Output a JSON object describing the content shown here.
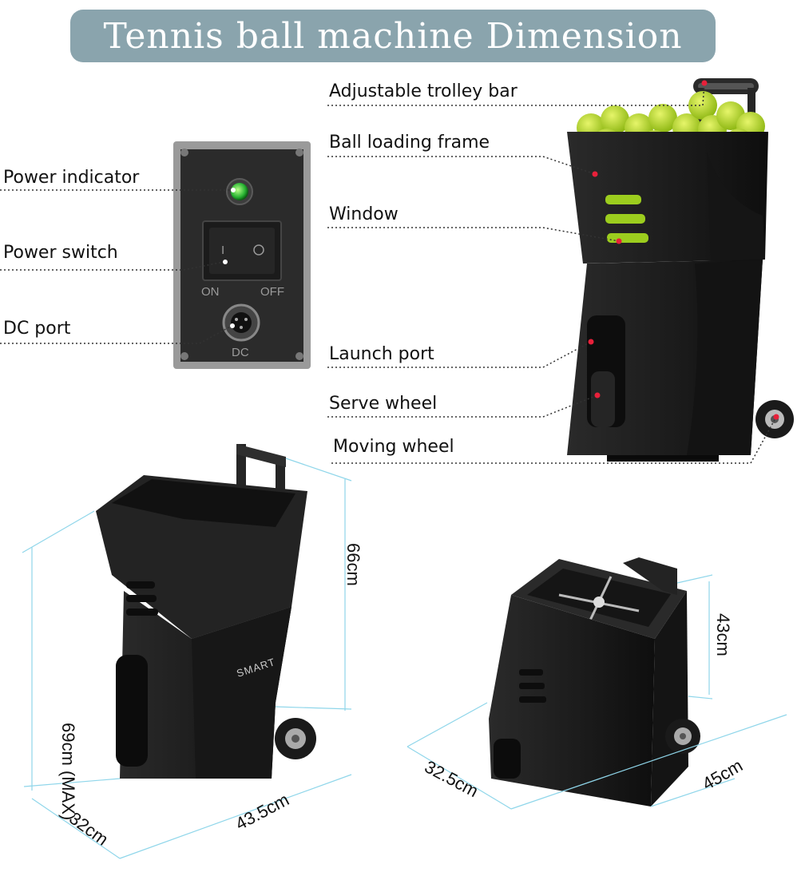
{
  "title": "Tennis ball machine Dimension",
  "callouts": {
    "trolley_bar": "Adjustable trolley bar",
    "loading_frame": "Ball loading frame",
    "window": "Window",
    "launch_port": "Launch port",
    "serve_wheel": "Serve wheel",
    "moving_wheel": "Moving wheel",
    "power_indicator": "Power indicator",
    "power_switch": "Power switch",
    "dc_port": "DC port"
  },
  "panel": {
    "on": "ON",
    "off": "OFF",
    "dc": "DC",
    "switch_on_symbol": "I",
    "switch_off_symbol": "O"
  },
  "brand": "SMART",
  "dimensions": {
    "height_max": "69cm (MAX)",
    "height": "66cm",
    "depth": "32cm",
    "width": "43.5cm",
    "folded_depth": "32.5cm",
    "folded_width": "45cm",
    "folded_height": "43cm"
  },
  "colors": {
    "title_bg": "#8aa4ad",
    "machine_body": "#1e1e1e",
    "ball_green": "#b8dc2a",
    "marker_red": "#e8203a",
    "dimension_line": "#8fd6ea"
  }
}
